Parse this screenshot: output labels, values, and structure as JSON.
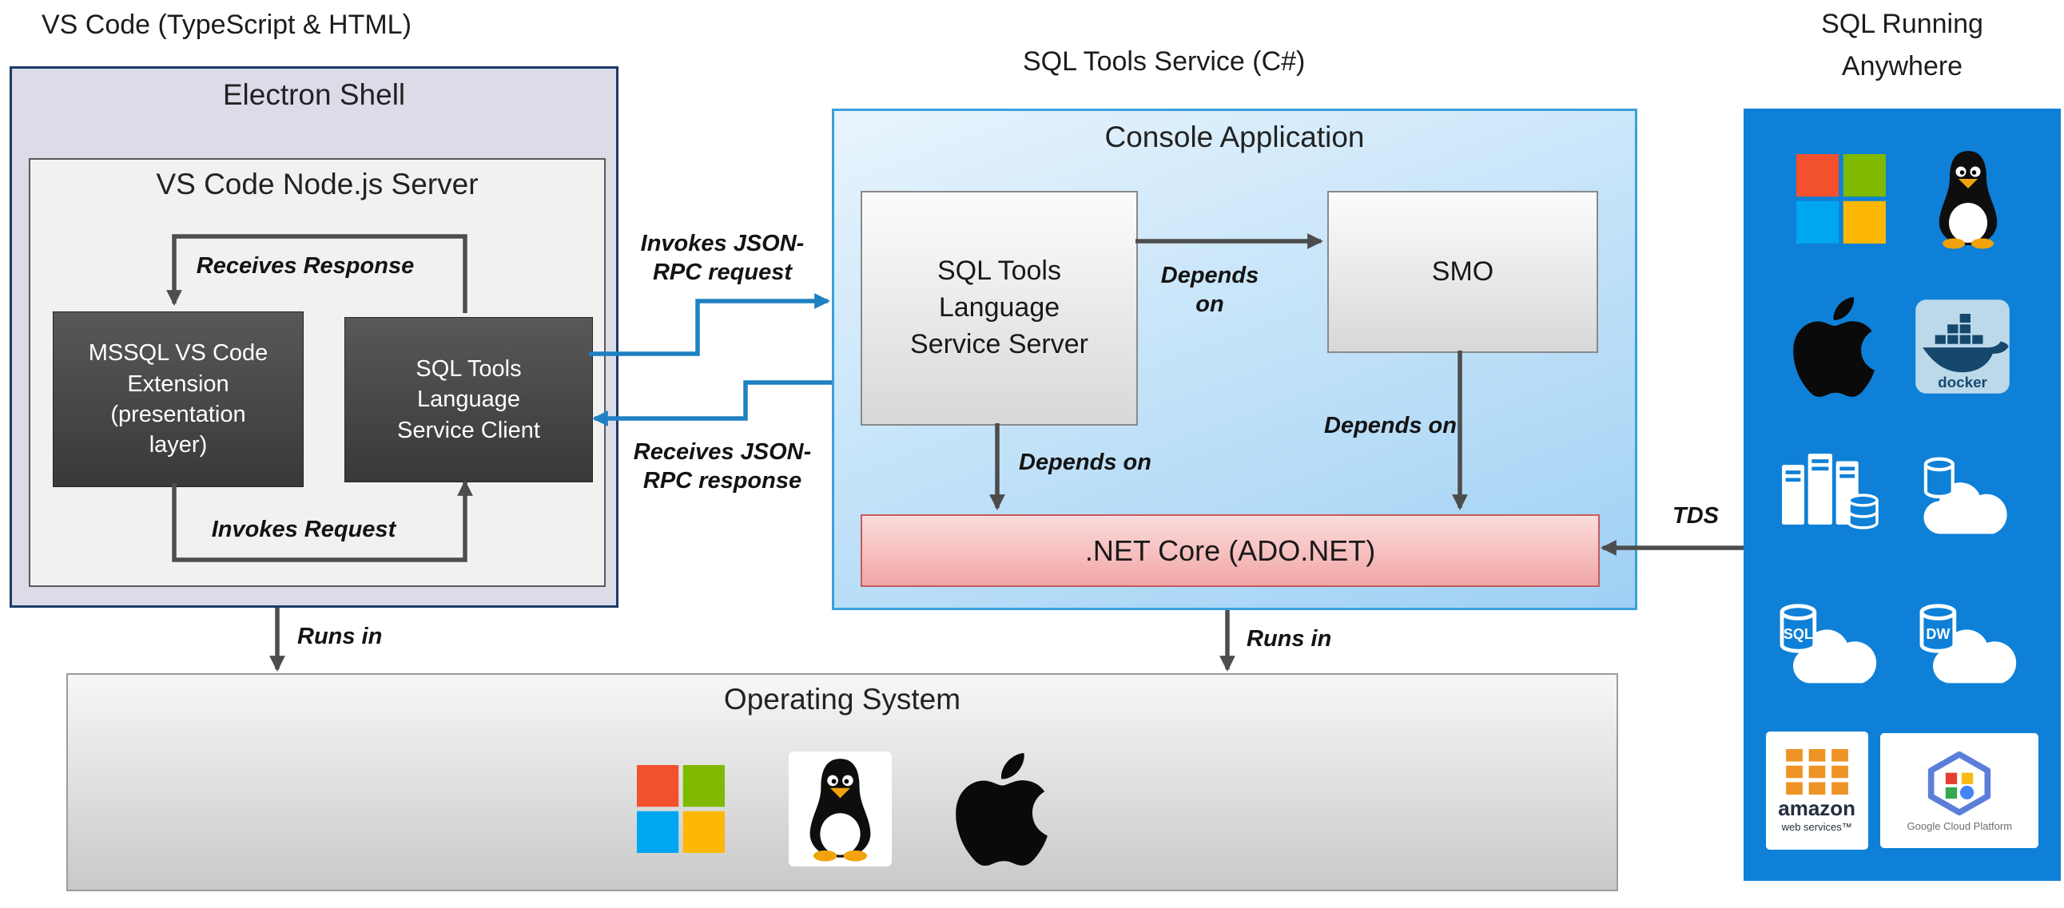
{
  "sections": {
    "vscode": "VS Code (TypeScript & HTML)",
    "sqltools": "SQL Tools Service (C#)",
    "anywhere": "SQL Running\nAnywhere"
  },
  "electron": {
    "title": "Electron Shell",
    "node_server_title": "VS Code Node.js Server",
    "mssql_extension": "MSSQL VS Code\nExtension\n(presentation\nlayer)",
    "service_client": "SQL Tools\nLanguage\nService Client"
  },
  "console": {
    "title": "Console Application",
    "service_server": "SQL Tools\nLanguage\nService Server",
    "smo": "SMO",
    "net_core": ".NET Core (ADO.NET)"
  },
  "os": {
    "title": "Operating System"
  },
  "arrows": {
    "receives_response": "Receives Response",
    "invokes_request": "Invokes Request",
    "invokes_json_rpc": "Invokes JSON-\nRPC request",
    "receives_json_rpc": "Receives JSON-\nRPC response",
    "depends_on_smo": "Depends\non",
    "depends_on_lss": "Depends on",
    "depends_on_smo_net": "Depends on",
    "runs_in_electron": "Runs in",
    "runs_in_net": "Runs in",
    "tds": "TDS"
  },
  "icons": {
    "docker_label": "docker",
    "sql_label": "SQL",
    "dw_label": "DW",
    "aws_name": "amazon",
    "aws_sub": "web services™",
    "gcp_label": "Google Cloud Platform"
  },
  "colors": {
    "panel_blue": "#0e80d7",
    "arrow_dark": "#4d4d4d",
    "arrow_blue": "#1f80c3",
    "console_border": "#3aa0dc",
    "net_core_border": "#c25c5c",
    "electron_bg": "#dcdce9",
    "electron_border": "#1d3a66"
  }
}
